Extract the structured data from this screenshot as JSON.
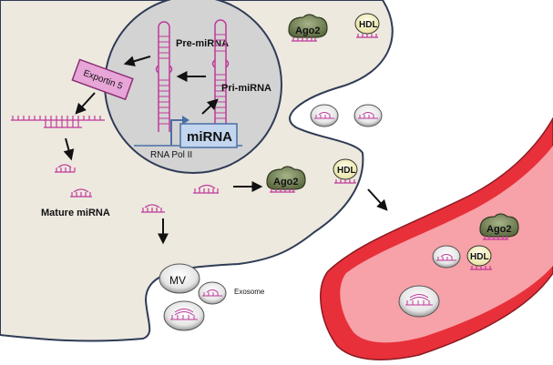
{
  "labels": {
    "pre_mirna": "Pre-miRNA",
    "pri_mirna": "Pri-miRNA",
    "exportin": "Exportin 5",
    "mirna": "miRNA",
    "rna_pol": "RNA Pol II",
    "mature_mirna": "Mature miRNA",
    "ago2": "Ago2",
    "hdl": "HDL",
    "mv": "MV",
    "exosome": "Exosome"
  },
  "colors": {
    "cytoplasm": "#ede9df",
    "nucleus": "#d3d3d3",
    "rna": "#c0399a",
    "vessel_outer": "#e8303a",
    "vessel_inner": "#f7a1a8",
    "ago2": "#6f7e52",
    "hdl": "#f6f3c8",
    "exportin": "#e8a6d8",
    "mirna_gene": "#c2d6ee"
  }
}
